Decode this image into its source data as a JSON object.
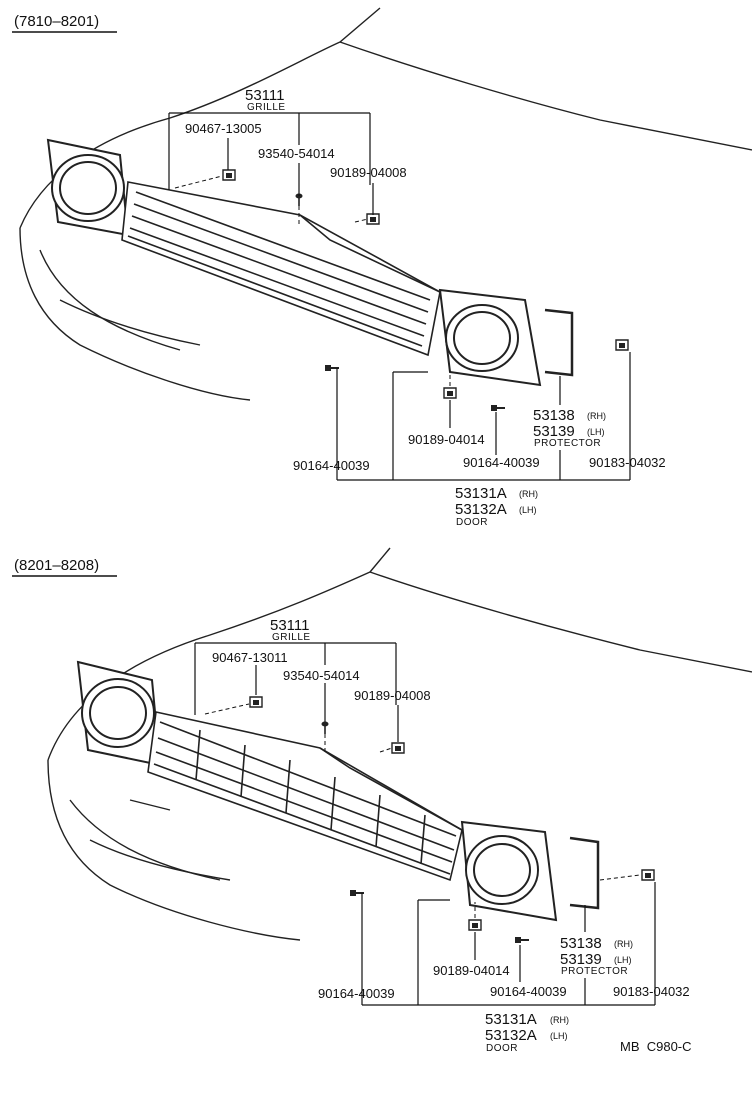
{
  "sections": [
    {
      "period": "(7810–8201)",
      "grille_number": "53111",
      "grille_caption": "GRILLE",
      "clip_number": "90467-13005",
      "screw_number": "93540-54014",
      "nut_number": "90189-04008",
      "door_bolt_number": "90164-40039",
      "door_nut_number": "90189-04014",
      "door_screw_number": "90164-40039",
      "protector_rh": "53138",
      "protector_rh_side": "(RH)",
      "protector_lh": "53139",
      "protector_lh_side": "(LH)",
      "protector_caption": "PROTECTOR",
      "clip2_number": "90183-04032",
      "door_rh": "53131A",
      "door_rh_side": "(RH)",
      "door_lh": "53132A",
      "door_lh_side": "(LH)",
      "door_caption": "DOOR"
    },
    {
      "period": "(8201–8208)",
      "grille_number": "53111",
      "grille_caption": "GRILLE",
      "clip_number": "90467-13011",
      "screw_number": "93540-54014",
      "nut_number": "90189-04008",
      "door_bolt_number": "90164-40039",
      "door_nut_number": "90189-04014",
      "door_screw_number": "90164-40039",
      "protector_rh": "53138",
      "protector_rh_side": "(RH)",
      "protector_lh": "53139",
      "protector_lh_side": "(LH)",
      "protector_caption": "PROTECTOR",
      "clip2_number": "90183-04032",
      "door_rh": "53131A",
      "door_rh_side": "(RH)",
      "door_lh": "53132A",
      "door_lh_side": "(LH)",
      "door_caption": "DOOR"
    }
  ],
  "footer_code": "MB  C980-C"
}
